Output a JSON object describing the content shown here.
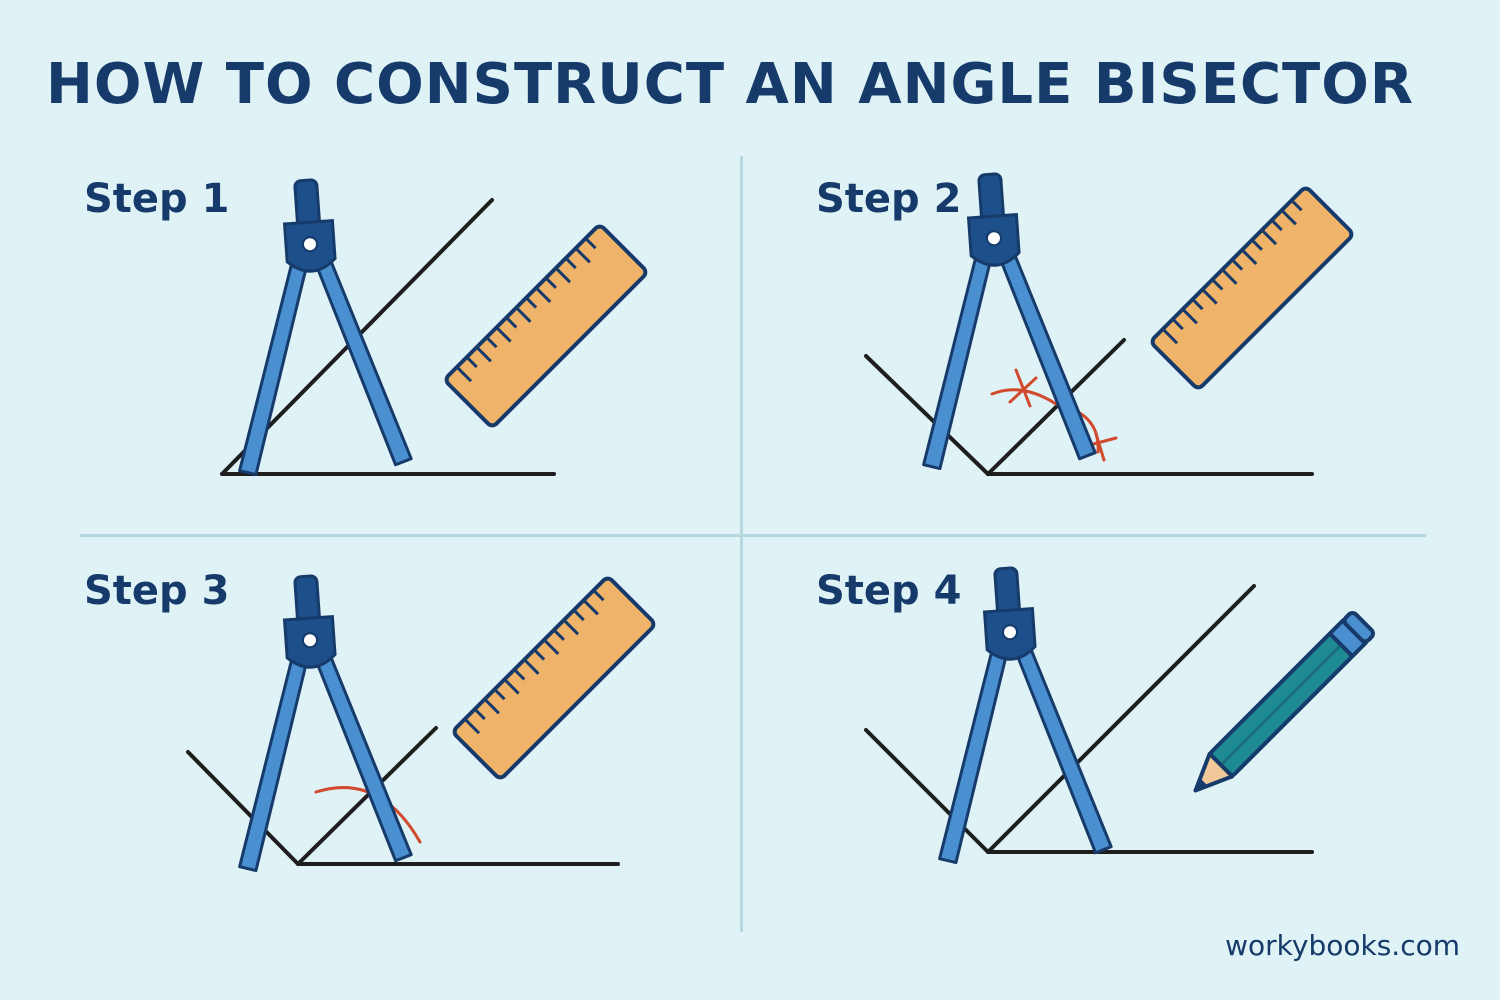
{
  "title": "HOW TO CONSTRUCT AN ANGLE BISECTOR",
  "steps": [
    {
      "label": "Step 1"
    },
    {
      "label": "Step 2"
    },
    {
      "label": "Step 3"
    },
    {
      "label": "Step 4"
    }
  ],
  "footer": "workybooks.com",
  "colors": {
    "background": "#dff2f6",
    "title": "#163b6b",
    "compass_leg": "#4a90d0",
    "compass_head": "#1d4f8a",
    "ruler": "#f0b36a",
    "pencil": "#1f8a94",
    "arc": "#d24a2e",
    "line": "#1e1e1e"
  },
  "icons": [
    "compass-icon",
    "ruler-icon",
    "pencil-icon"
  ]
}
